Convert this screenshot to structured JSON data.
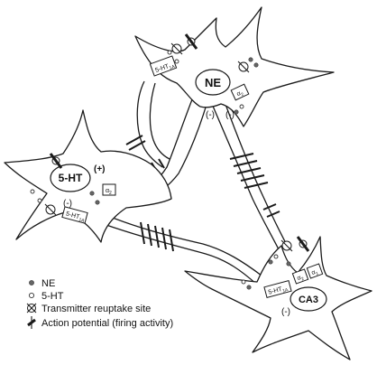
{
  "cells": {
    "ne": {
      "label": "NE"
    },
    "ht": {
      "label": "5-HT",
      "sign": "(+)"
    },
    "ca3": {
      "label": "CA3"
    }
  },
  "signs": {
    "neg": "(-)"
  },
  "receptors": {
    "ht1a": "5-HT",
    "ht1a_sub": "1A",
    "a2": "α",
    "a2_sub": "2",
    "a1": "α",
    "a1_sub": "1"
  },
  "legend": [
    {
      "symbol": "ne-dot",
      "label": "NE"
    },
    {
      "symbol": "5ht-dot",
      "label": "5-HT"
    },
    {
      "symbol": "reuptake-site",
      "label": "Transmitter reuptake site"
    },
    {
      "symbol": "action-potential",
      "label": "Action potential (firing activity)"
    }
  ],
  "colors": {
    "ink": "#1a1a1a",
    "ne_dot": "#666666",
    "ht_dot": "#ffffff",
    "background": "#ffffff"
  }
}
